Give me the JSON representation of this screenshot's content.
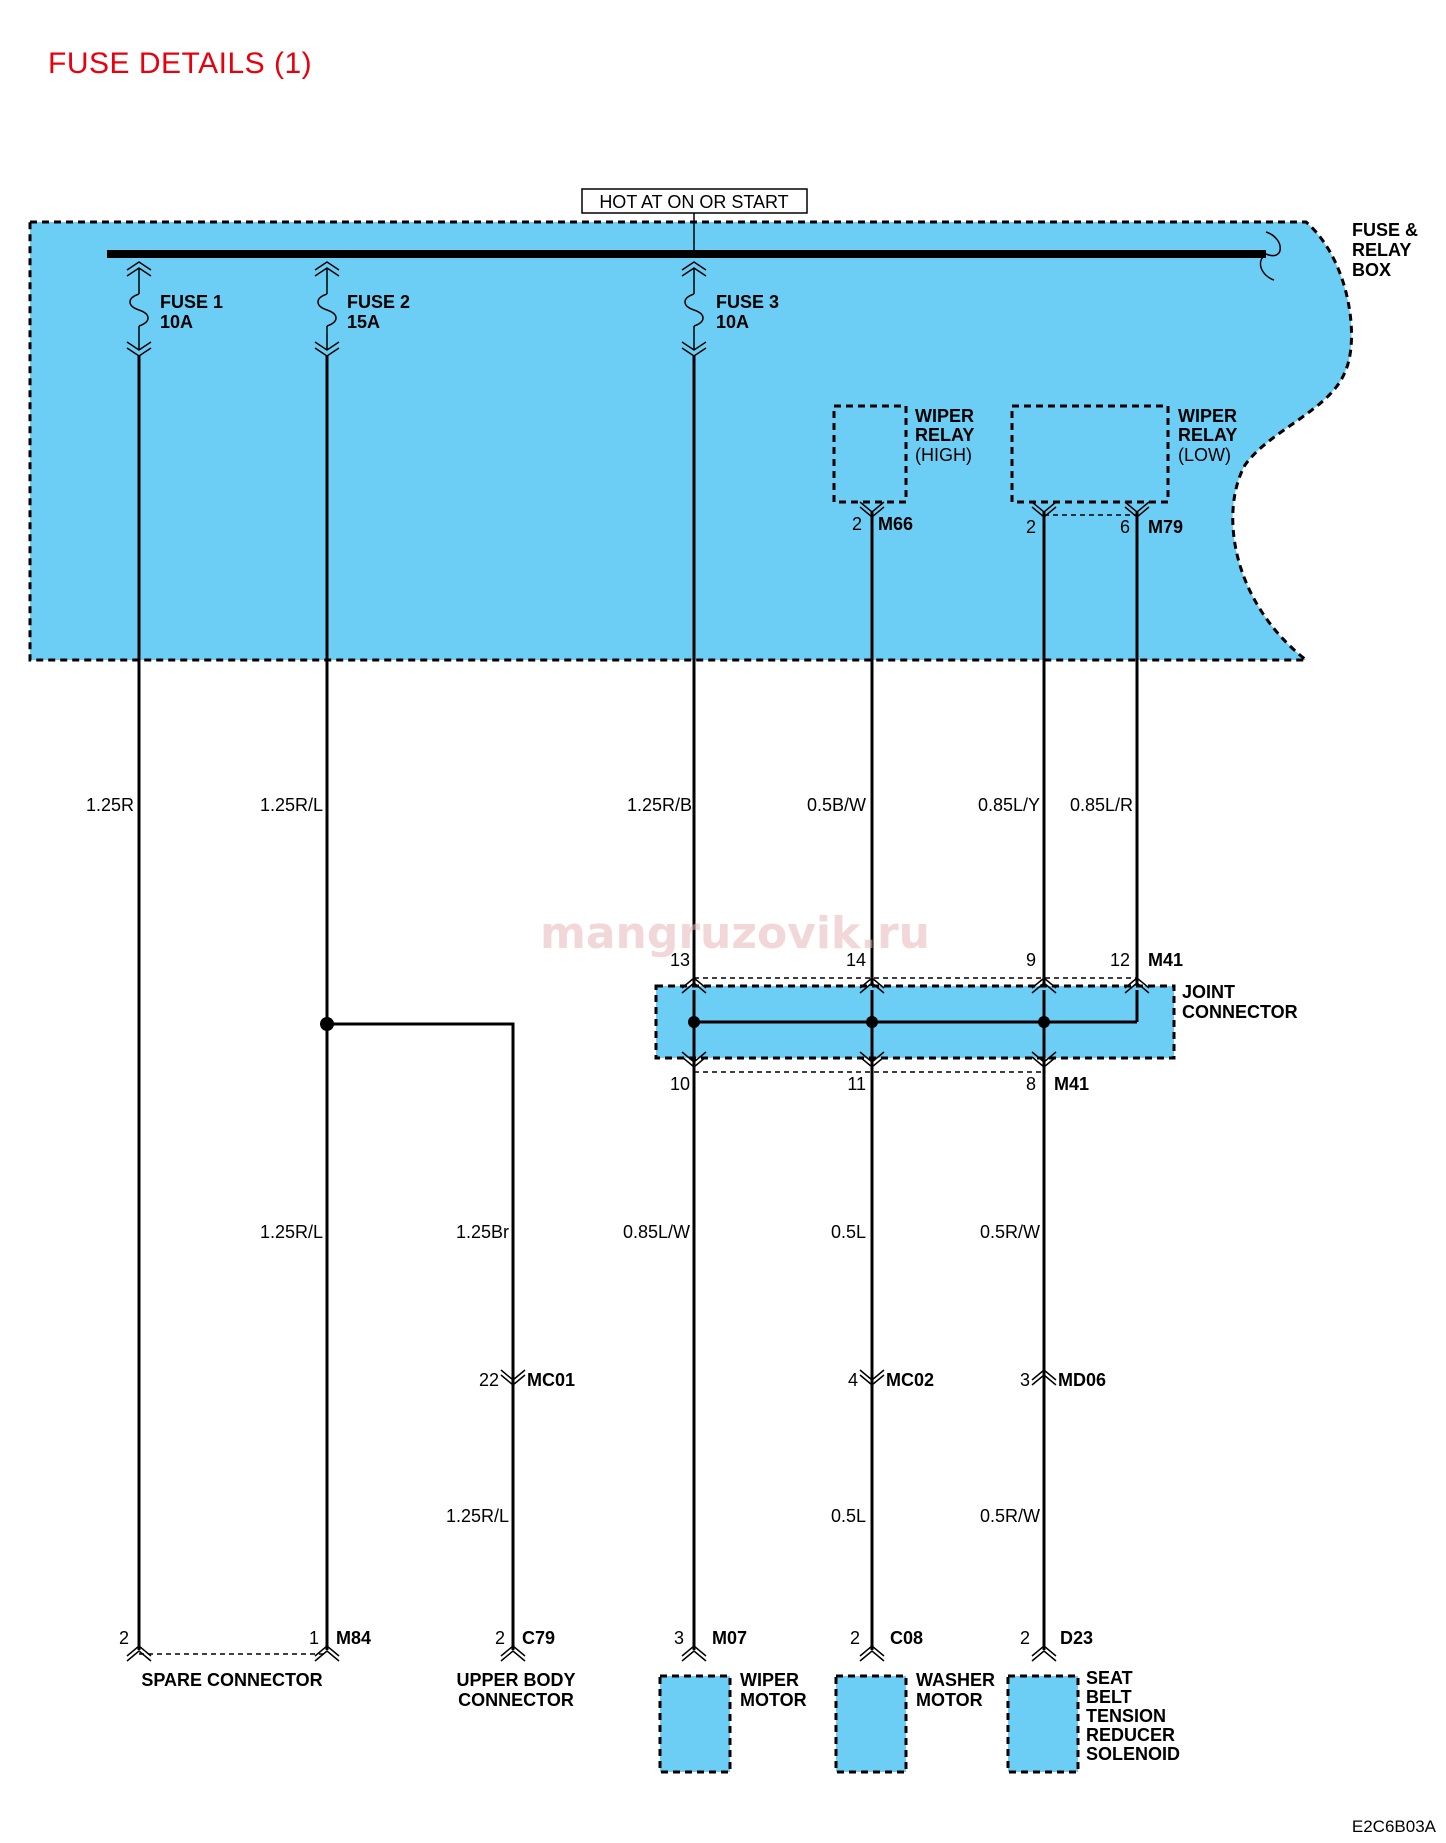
{
  "title": "FUSE DETAILS (1)",
  "hot_label": "HOT AT ON OR START",
  "fuse_box": {
    "line1": "FUSE &",
    "line2": "RELAY",
    "line3": "BOX"
  },
  "fuses": [
    {
      "name": "FUSE 1",
      "rating": "10A"
    },
    {
      "name": "FUSE 2",
      "rating": "15A"
    },
    {
      "name": "FUSE 3",
      "rating": "10A"
    }
  ],
  "relays": {
    "high": {
      "line1": "WIPER",
      "line2": "RELAY",
      "line3": "(HIGH)",
      "pin": "2",
      "connector": "M66"
    },
    "low": {
      "line1": "WIPER",
      "line2": "RELAY",
      "line3": "(LOW)",
      "pin_a": "2",
      "pin_b": "6",
      "connector": "M79"
    }
  },
  "wires_upper": [
    "1.25R",
    "1.25R/L",
    "1.25R/B",
    "0.5B/W",
    "0.85L/Y",
    "0.85L/R"
  ],
  "joint": {
    "label1": "JOINT",
    "label2": "CONNECTOR",
    "connector": "M41",
    "top_pins": [
      "13",
      "14",
      "9",
      "12"
    ],
    "bottom_pins": [
      "10",
      "11",
      "8"
    ]
  },
  "wires_middle": [
    "1.25R/L",
    "1.25Br",
    "0.85L/W",
    "0.5L",
    "0.5R/W"
  ],
  "inline_connectors": [
    {
      "pin": "22",
      "name": "MC01"
    },
    {
      "pin": "4",
      "name": "MC02"
    },
    {
      "pin": "3",
      "name": "MD06"
    }
  ],
  "wires_lower": [
    "1.25R/L",
    "0.5L",
    "0.5R/W"
  ],
  "endpoints": {
    "spare": {
      "pin_left": "2",
      "pin_right": "1",
      "connector": "M84",
      "label": "SPARE CONNECTOR"
    },
    "upper_body": {
      "pin": "2",
      "connector": "C79",
      "line1": "UPPER BODY",
      "line2": "CONNECTOR"
    },
    "wiper_motor": {
      "pin": "3",
      "connector": "M07",
      "line1": "WIPER",
      "line2": "MOTOR"
    },
    "washer_motor": {
      "pin": "2",
      "connector": "C08",
      "line1": "WASHER",
      "line2": "MOTOR"
    },
    "seat_belt": {
      "pin": "2",
      "connector": "D23",
      "line1": "SEAT",
      "line2": "BELT",
      "line3": "TENSION",
      "line4": "REDUCER",
      "line5": "SOLENOID"
    }
  },
  "watermark": "mangruzovik.ru",
  "figure_code": "E2C6B03A",
  "colors": {
    "box_fill": "#6dcef5",
    "title": "#e8000d",
    "wire": "#000000"
  }
}
